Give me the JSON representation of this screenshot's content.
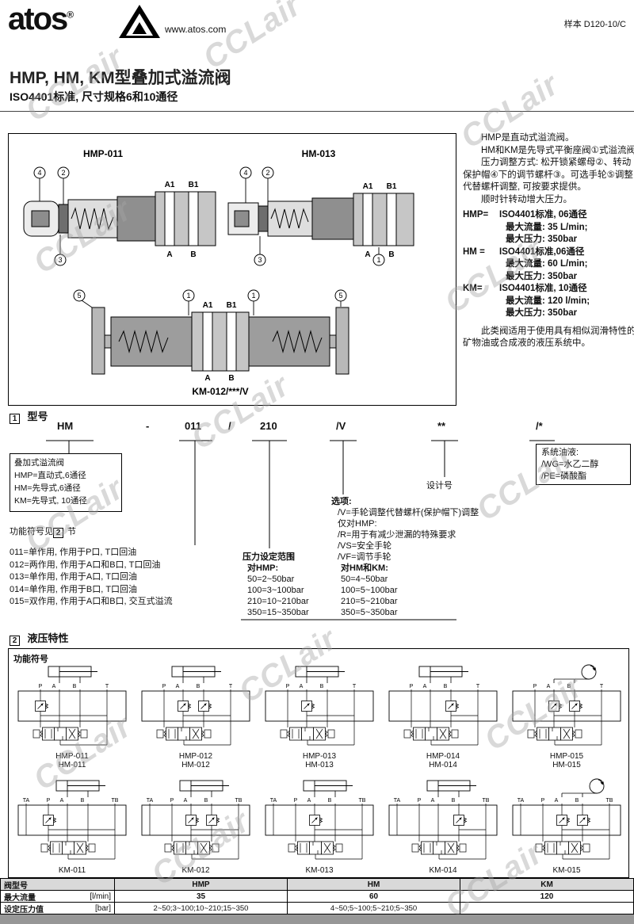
{
  "watermark": {
    "text": "CCLair"
  },
  "header": {
    "logo": "atos",
    "reg": "®",
    "website": "www.atos.com",
    "doc_code": "样本 D120-10/C"
  },
  "title": {
    "main": "HMP, HM, KM型叠加式溢流阀",
    "sub": "ISO4401标准, 尺寸规格6和10通径"
  },
  "cutaway": {
    "hmp_label": "HMP-011",
    "hm_label": "HM-013",
    "km_label": "KM-012/***/V",
    "ports": {
      "a1": "A1",
      "b1": "B1",
      "a": "A",
      "b": "B"
    },
    "callouts": {
      "n1": "1",
      "n2": "2",
      "n3": "3",
      "n4": "4",
      "n5": "5"
    }
  },
  "intro": {
    "lines": [
      "HMP是直动式溢流阀。",
      "HM和KM是先导式平衡座阀①式溢流阀。",
      "压力调整方式: 松开锁紧螺母②、转动",
      "保护帽④下的调节螺杆③。可选手轮⑤调整",
      "代替螺杆调整, 可按要求提供。",
      "顺时针转动增大压力。"
    ],
    "specs": [
      {
        "name": "HMP=",
        "l1": "ISO4401标准, 06通径",
        "l2": "最大流量: 35 L/min;",
        "l3": "最大压力: 350bar"
      },
      {
        "name": "HM =",
        "l1": "ISO4401标准,06通径",
        "l2": "最大流量: 60 L/min;",
        "l3": "最大压力: 350bar"
      },
      {
        "name": "KM=",
        "l1": "ISO4401标准, 10通径",
        "l2": "最大流量: 120 l/min;",
        "l3": "最大压力: 350bar"
      }
    ],
    "footer": [
      "此类阀适用于使用具有相似润滑特性的",
      "矿物油或合成液的液压系统中。"
    ]
  },
  "s1": {
    "num": "1",
    "title": "型号"
  },
  "s2": {
    "num": "2",
    "title": "液压特性"
  },
  "ordering": {
    "codes": [
      "HM",
      "-",
      "011",
      "/",
      "210",
      "/V",
      "**",
      "/*"
    ],
    "family": [
      "叠加式溢流阀",
      "HMP=直动式,6通径",
      "HM=先导式,6通径",
      "KM=先导式, 10通径"
    ],
    "func_note_pre": "功能符号见",
    "func_note_num": "2",
    "func_note_post": "节",
    "functions": [
      "011=单作用, 作用于P口, T口回油",
      "012=两作用, 作用于A口和B口, T口回油",
      "013=单作用, 作用于A口, T口回油",
      "014=单作用, 作用于B口, T口回油",
      "015=双作用, 作用于A口和B口, 交互式溢流"
    ],
    "pressure_title": "压力设定范围",
    "pressure_hmp_head": "对HMP:",
    "pressure_hmp": [
      "50=2~50bar",
      "100=3~100bar",
      "210=10~210bar",
      "350=15~350bar"
    ],
    "pressure_hm_head": "对HM和KM:",
    "pressure_hm": [
      "50=4~50bar",
      "100=5~100bar",
      "210=5~210bar",
      "350=5~350bar"
    ],
    "options_title": "选项:",
    "options": [
      "/V=手轮调整代替螺杆(保护帽下)调整",
      "仅对HMP:",
      "/R=用于有减少泄漏的特殊要求",
      "/VS=安全手轮",
      "/VF=调节手轮"
    ],
    "design_label": "设计号",
    "fluid": [
      "系统油液:",
      "/WG=水乙二醇",
      "/PE=磷酸酯"
    ]
  },
  "hydraulics": {
    "box_label": "功能符号",
    "cells_row1": [
      {
        "caps": [
          "HMP-011",
          "HM-011"
        ],
        "ports": [
          "P",
          "A",
          "B",
          "T"
        ],
        "type": "P"
      },
      {
        "caps": [
          "HMP-012",
          "HM-012"
        ],
        "ports": [
          "P",
          "A",
          "B",
          "T"
        ],
        "type": "AB"
      },
      {
        "caps": [
          "HMP-013",
          "HM-013"
        ],
        "ports": [
          "P",
          "A",
          "B",
          "T"
        ],
        "type": "A"
      },
      {
        "caps": [
          "HMP-014",
          "HM-014"
        ],
        "ports": [
          "P",
          "A",
          "B",
          "T"
        ],
        "type": "B"
      },
      {
        "caps": [
          "HMP-015",
          "HM-015"
        ],
        "ports": [
          "P",
          "A",
          "B",
          "T"
        ],
        "type": "X",
        "motor": true
      }
    ],
    "cells_row2": [
      {
        "caps": [
          "KM-011"
        ],
        "ports": [
          "TA",
          "P",
          "A",
          "B",
          "TB"
        ],
        "type": "P"
      },
      {
        "caps": [
          "KM-012"
        ],
        "ports": [
          "TA",
          "P",
          "A",
          "B",
          "TB"
        ],
        "type": "AB"
      },
      {
        "caps": [
          "KM-013"
        ],
        "ports": [
          "TA",
          "P",
          "A",
          "B",
          "TB"
        ],
        "type": "A"
      },
      {
        "caps": [
          "KM-014"
        ],
        "ports": [
          "TA",
          "P",
          "A",
          "B",
          "TB"
        ],
        "type": "B"
      },
      {
        "caps": [
          "KM-015"
        ],
        "ports": [
          "TA",
          "P",
          "A",
          "B",
          "TB"
        ],
        "type": "X",
        "motor": true
      }
    ]
  },
  "table": {
    "rows": [
      {
        "label": "阀型号",
        "unit": "",
        "hmp": "HMP",
        "hm": "HM",
        "km": "KM"
      },
      {
        "label": "最大流量",
        "unit": "[l/min]",
        "hmp": "35",
        "hm": "60",
        "km": "120"
      },
      {
        "label": "设定压力值",
        "unit": "[bar]",
        "hmp": "2~50;3~100;10~210;15~350",
        "hm": "4~50;5~100;5~210;5~350",
        "km": ""
      }
    ]
  }
}
